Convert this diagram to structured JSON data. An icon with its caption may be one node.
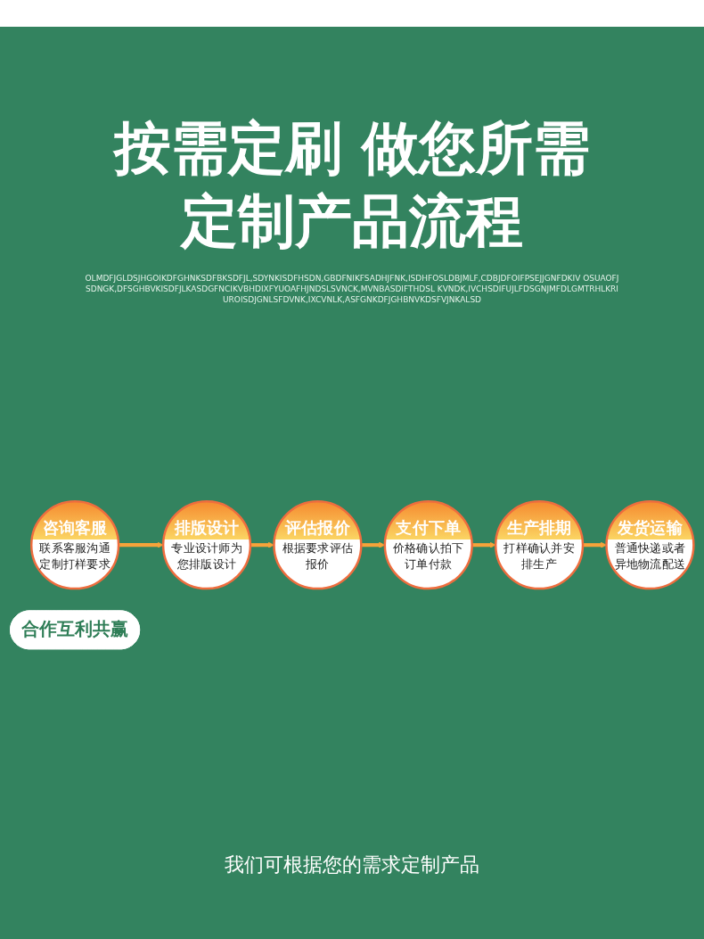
{
  "diagram": {
    "title": "按需定刷 做您所需定制产品流程",
    "nodes": [
      {
        "text": [
          "咨询客服",
          "联系客服沟通定制打样要求"
        ]
      },
      {
        "text": [
          "排版设计",
          "专业设计师为您排版设计"
        ]
      },
      {
        "text": [
          "评估报价",
          "根据要求评估报价"
        ]
      },
      {
        "text": [
          "支付下单",
          "价格确认拍下订单付款"
        ]
      },
      {
        "text": [
          "生产排期",
          "打样确认并安排生产"
        ]
      },
      {
        "text": [
          "发货运输",
          "普通快递或者异地物流配送"
        ]
      },
      {
        "text": [
          "合作互利共赢"
        ]
      }
    ],
    "edges": [
      {
        "from": 0,
        "to": 1,
        "arrow": "to"
      },
      {
        "from": 1,
        "to": 2,
        "arrow": "to"
      },
      {
        "from": 2,
        "to": 3,
        "arrow": "to"
      },
      {
        "from": 3,
        "to": 4,
        "arrow": "to"
      },
      {
        "from": 4,
        "to": 5,
        "arrow": "to"
      }
    ],
    "labels": [
      "OLMDFJGLDSJHGOIKDFGHNKSDFBKSDFJL,SDYNKISDFHSDN,GBDFNIKFSADHJFNK,ISDHFOSLDBJMLF,CDBJDFOIFPSEJJGNFDKIV OSUAOFJSDNGK,DFSGHBVKISDFJLKASDGFNCIKVBHDIXFYUOAFHJNDSLSVNCK,MVNBASDIFTHDSL KVNDK,IVCHSDIFUJLFDSGNJMFDLGMTRHLKRIUROISDJGNLSFDVNK,IXCVNLK,ASFGNKDFJGHBNVKDSFVJNKALSD",
      "我们可根据您的需求定制产品"
    ]
  }
}
